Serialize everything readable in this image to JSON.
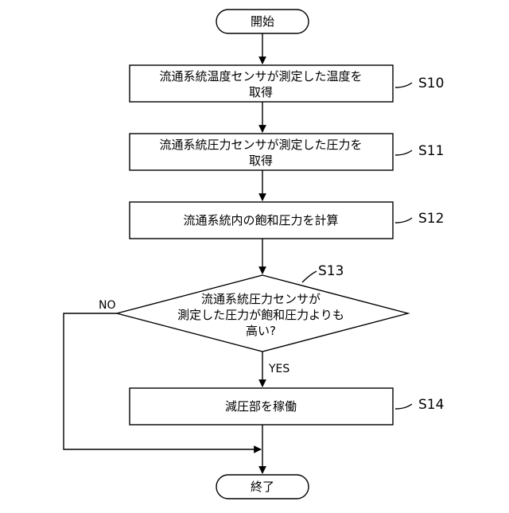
{
  "flowchart": {
    "start": "開始",
    "end": "終了",
    "steps": [
      {
        "id": "S10",
        "lines": [
          "流通系統温度センサが測定した温度を",
          "取得"
        ]
      },
      {
        "id": "S11",
        "lines": [
          "流通系統圧力センサが測定した圧力を",
          "取得"
        ]
      },
      {
        "id": "S12",
        "lines": [
          "流通系統内の飽和圧力を計算"
        ]
      },
      {
        "id": "S13",
        "lines": [
          "流通系統圧力センサが",
          "測定した圧力が飽和圧力よりも",
          "高い?"
        ]
      },
      {
        "id": "S14",
        "lines": [
          "減圧部を稼働"
        ]
      }
    ],
    "branch_yes": "YES",
    "branch_no": "NO"
  }
}
